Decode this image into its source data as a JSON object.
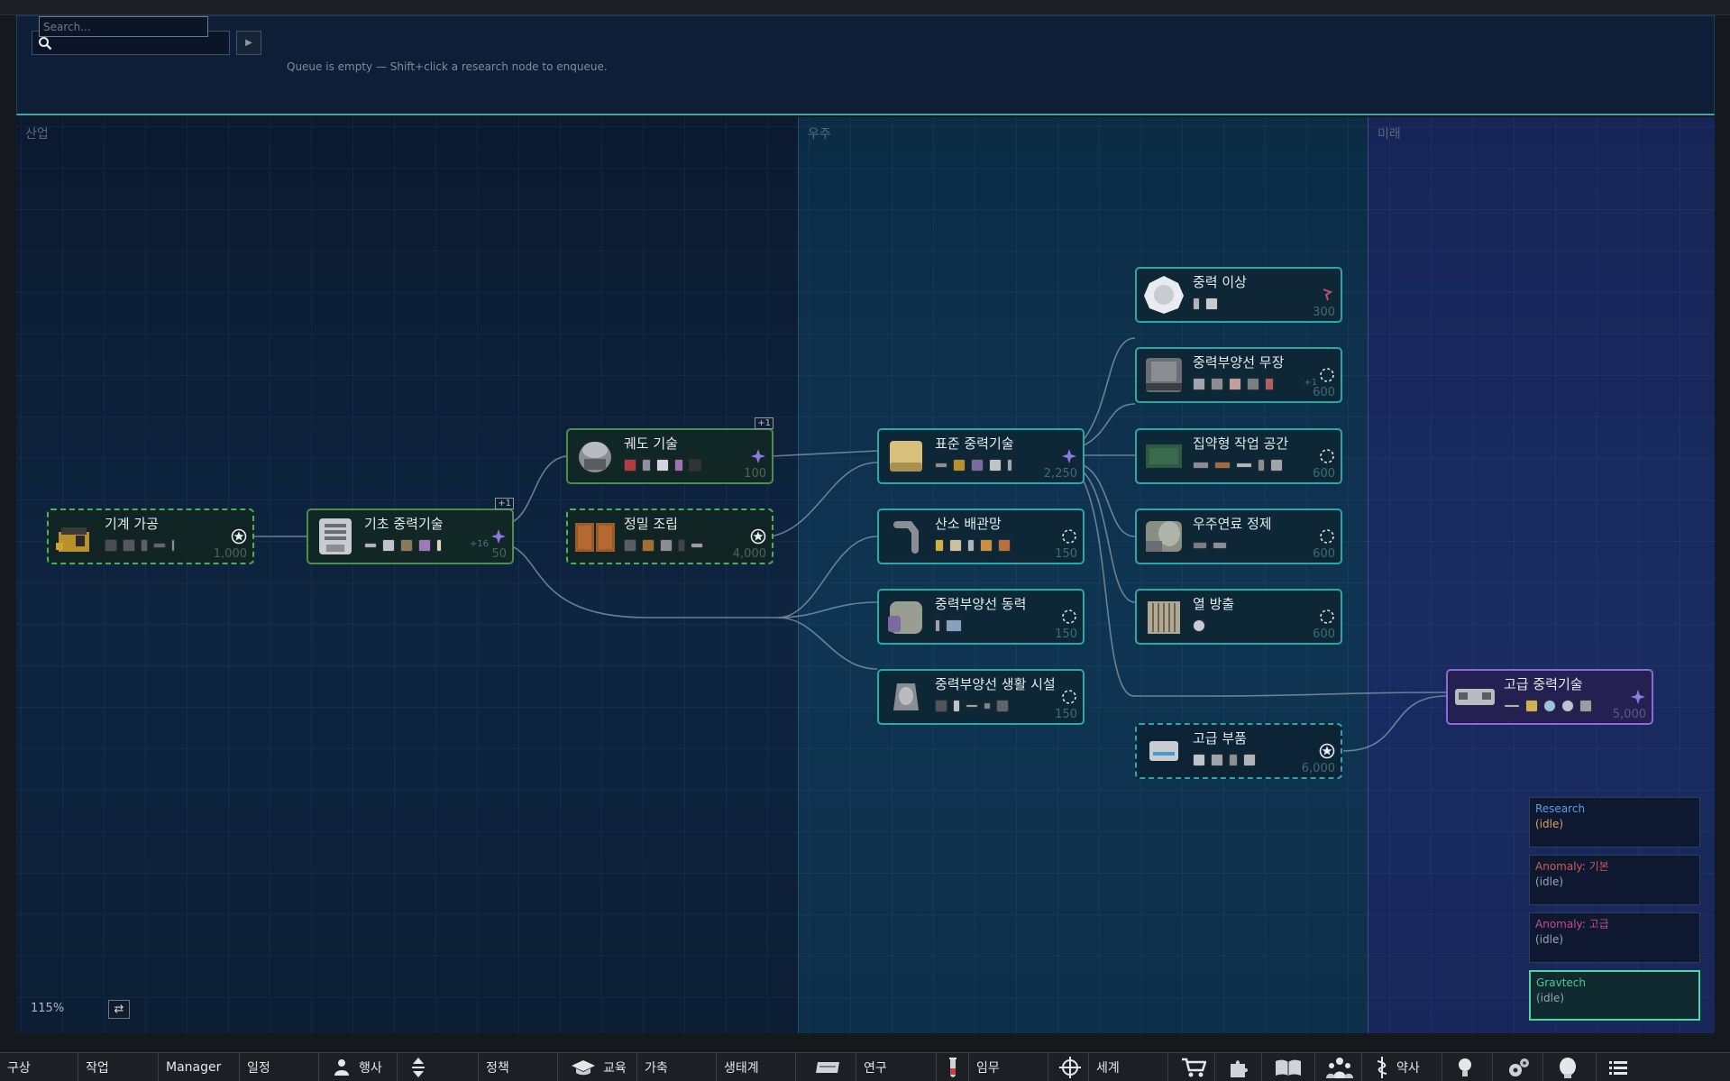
{
  "search": {
    "placeholder": "Search..."
  },
  "queue": {
    "message": "Queue is empty — Shift+click a research node to enqueue.",
    "enqueue_symbol": "▶"
  },
  "bands": {
    "industrial": "산업",
    "space": "우주",
    "future": "미래"
  },
  "nodes": {
    "machining": {
      "title": "기계 가공",
      "cost": "1,000"
    },
    "basic_gravtech": {
      "title": "기초 중력기술",
      "cost": "50",
      "plus": "+1",
      "extra": "+16"
    },
    "orbital_tech": {
      "title": "궤도 기술",
      "cost": "100",
      "plus": "+1"
    },
    "precision_assembly": {
      "title": "정밀 조립",
      "cost": "4,000"
    },
    "standard_gravtech": {
      "title": "표준 중력기술",
      "cost": "2,250"
    },
    "oxygen_pipes": {
      "title": "산소 배관망",
      "cost": "150"
    },
    "gravship_power": {
      "title": "중력부양선 동력",
      "cost": "150"
    },
    "gravship_living": {
      "title": "중력부양선 생활 시설",
      "cost": "150"
    },
    "grav_anomaly": {
      "title": "중력 이상",
      "cost": "300"
    },
    "gravship_weapons": {
      "title": "중력부양선 무장",
      "cost": "600",
      "extra": "+1"
    },
    "compact_workspace": {
      "title": "집약형 작업 공간",
      "cost": "600"
    },
    "fuel_refining": {
      "title": "우주연료 정제",
      "cost": "600"
    },
    "heat_dissipation": {
      "title": "열 방출",
      "cost": "600"
    },
    "advanced_components": {
      "title": "고급 부품",
      "cost": "6,000"
    },
    "advanced_gravtech": {
      "title": "고급 중력기술",
      "cost": "5,000"
    }
  },
  "zoom": "115%",
  "projects": [
    {
      "name": "Research",
      "state": "(idle)",
      "color": "#5aa0e0",
      "state_color": "#e0a060"
    },
    {
      "name": "Anomaly: 기본",
      "state": "(idle)",
      "color": "#d05a5a",
      "state_color": "#9aa6b4"
    },
    {
      "name": "Anomaly: 고급",
      "state": "(idle)",
      "color": "#c84a8a",
      "state_color": "#9aa6b4"
    },
    {
      "name": "Gravtech",
      "state": "(idle)",
      "color": "#4ec890",
      "state_color": "#9aa6b4"
    }
  ],
  "bottom_tabs": [
    {
      "label": "구상",
      "icon": ""
    },
    {
      "label": "작업",
      "icon": ""
    },
    {
      "label": "Manager",
      "icon": ""
    },
    {
      "label": "일정",
      "icon": ""
    },
    {
      "label": "행사",
      "icon": "person-icon"
    },
    {
      "label": "",
      "icon": "arrows-vertical-icon"
    },
    {
      "label": "정책",
      "icon": ""
    },
    {
      "label": "교육",
      "icon": "graduation-cap-icon"
    },
    {
      "label": "가축",
      "icon": ""
    },
    {
      "label": "생태계",
      "icon": ""
    },
    {
      "label": "",
      "icon": "keyboard-icon"
    },
    {
      "label": "연구",
      "icon": ""
    },
    {
      "label": "",
      "icon": "test-tube-icon"
    },
    {
      "label": "임무",
      "icon": ""
    },
    {
      "label": "",
      "icon": "crosshair-icon"
    },
    {
      "label": "세계",
      "icon": ""
    },
    {
      "label": "",
      "icon": "cart-icon"
    },
    {
      "label": "",
      "icon": "puzzle-icon"
    },
    {
      "label": "",
      "icon": "book-icon"
    },
    {
      "label": "",
      "icon": "people-icon"
    },
    {
      "label": "약사",
      "icon": "caduceus-icon"
    },
    {
      "label": "",
      "icon": "lightbulb-icon"
    },
    {
      "label": "",
      "icon": "gears-icon"
    },
    {
      "label": "",
      "icon": "head-icon"
    },
    {
      "label": "",
      "icon": "menu-icon"
    }
  ]
}
